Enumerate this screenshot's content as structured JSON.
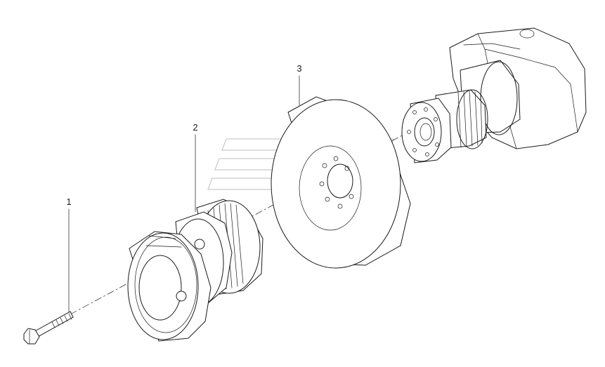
{
  "callouts": [
    {
      "label": "1"
    },
    {
      "label": "2"
    },
    {
      "label": "3"
    }
  ],
  "colors": {
    "line": "#1a1a1a",
    "watermark": "#bdbdbd",
    "background": "#ffffff"
  }
}
